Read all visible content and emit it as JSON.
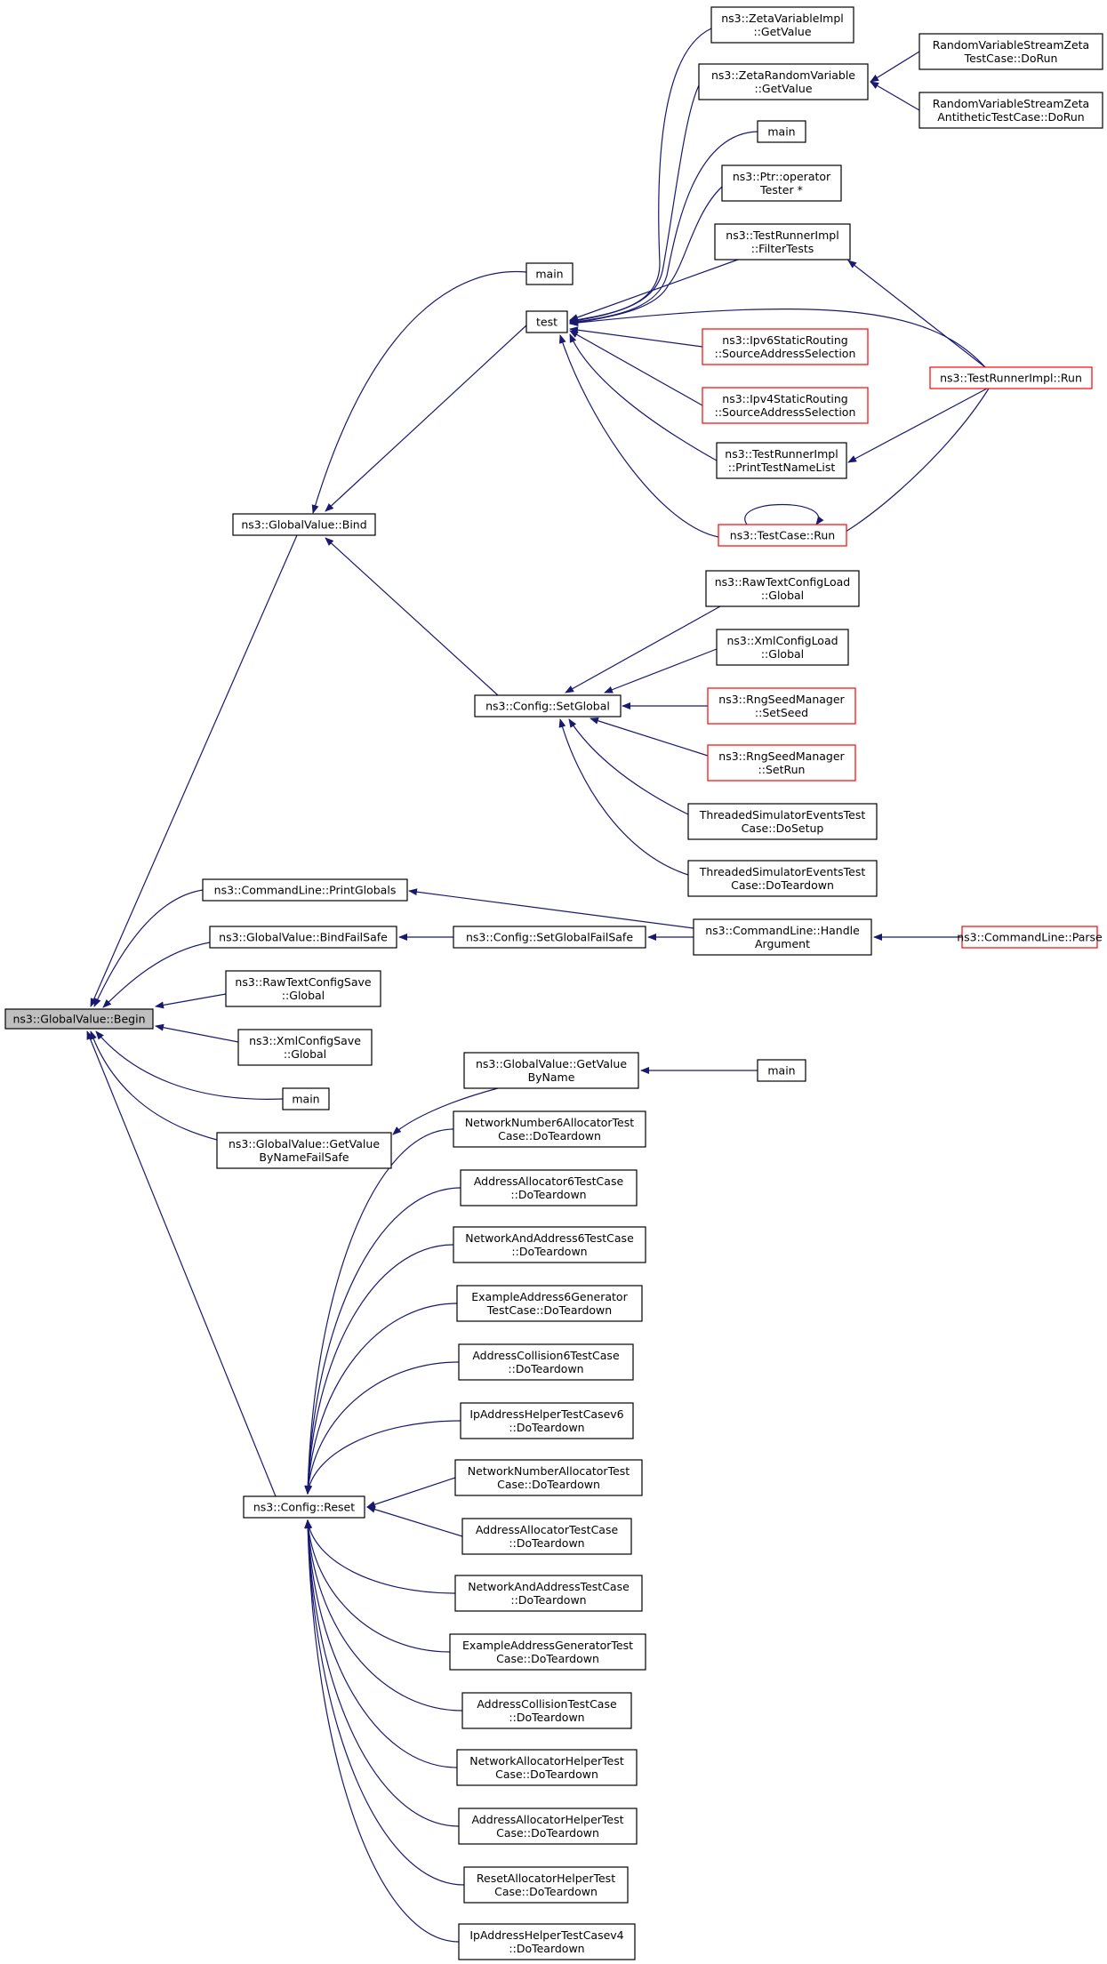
{
  "colors": {
    "edge": "#191970",
    "node_border": "#000000",
    "node_border_truncated": "#ff0000",
    "root_fill": "#bfbfbf",
    "node_fill": "#ffffff"
  },
  "nodes": [
    {
      "id": "begin",
      "lines": [
        "ns3::GlobalValue::Begin"
      ],
      "style": "root"
    },
    {
      "id": "bind",
      "lines": [
        "ns3::GlobalValue::Bind"
      ]
    },
    {
      "id": "printGlobals",
      "lines": [
        "ns3::CommandLine::PrintGlobals"
      ]
    },
    {
      "id": "bindFailSafe",
      "lines": [
        "ns3::GlobalValue::BindFailSafe"
      ]
    },
    {
      "id": "rawTextSave",
      "lines": [
        "ns3::RawTextConfigSave",
        "::Global"
      ]
    },
    {
      "id": "xmlSave",
      "lines": [
        "ns3::XmlConfigSave",
        "::Global"
      ]
    },
    {
      "id": "mainA",
      "lines": [
        "main"
      ]
    },
    {
      "id": "getValueByNameFailSafe",
      "lines": [
        "ns3::GlobalValue::GetValue",
        "ByNameFailSafe"
      ]
    },
    {
      "id": "configReset",
      "lines": [
        "ns3::Config::Reset"
      ]
    },
    {
      "id": "mainB",
      "lines": [
        "main"
      ]
    },
    {
      "id": "test",
      "lines": [
        "test"
      ]
    },
    {
      "id": "setGlobal",
      "lines": [
        "ns3::Config::SetGlobal"
      ]
    },
    {
      "id": "setGlobalFailSafe",
      "lines": [
        "ns3::Config::SetGlobalFailSafe"
      ]
    },
    {
      "id": "getValueByName",
      "lines": [
        "ns3::GlobalValue::GetValue",
        "ByName"
      ]
    },
    {
      "id": "zetaVarImpl",
      "lines": [
        "ns3::ZetaVariableImpl",
        "::GetValue"
      ]
    },
    {
      "id": "zetaRandVar",
      "lines": [
        "ns3::ZetaRandomVariable",
        "::GetValue"
      ]
    },
    {
      "id": "mainC",
      "lines": [
        "main"
      ]
    },
    {
      "id": "ptrOperator",
      "lines": [
        "ns3::Ptr::operator",
        "Tester *"
      ]
    },
    {
      "id": "filterTests",
      "lines": [
        "ns3::TestRunnerImpl",
        "::FilterTests"
      ]
    },
    {
      "id": "ipv6Static",
      "lines": [
        "ns3::Ipv6StaticRouting",
        "::SourceAddressSelection"
      ],
      "style": "truncated"
    },
    {
      "id": "ipv4Static",
      "lines": [
        "ns3::Ipv4StaticRouting",
        "::SourceAddressSelection"
      ],
      "style": "truncated"
    },
    {
      "id": "printTestNameList",
      "lines": [
        "ns3::TestRunnerImpl",
        "::PrintTestNameList"
      ]
    },
    {
      "id": "testCaseRun",
      "lines": [
        "ns3::TestCase::Run"
      ],
      "style": "truncated"
    },
    {
      "id": "rsZetaTest",
      "lines": [
        "RandomVariableStreamZeta",
        "TestCase::DoRun"
      ]
    },
    {
      "id": "rsZetaAnti",
      "lines": [
        "RandomVariableStreamZeta",
        "AntitheticTestCase::DoRun"
      ]
    },
    {
      "id": "testRunnerRun",
      "lines": [
        "ns3::TestRunnerImpl::Run"
      ],
      "style": "truncated"
    },
    {
      "id": "rawTextLoad",
      "lines": [
        "ns3::RawTextConfigLoad",
        "::Global"
      ]
    },
    {
      "id": "xmlLoad",
      "lines": [
        "ns3::XmlConfigLoad",
        "::Global"
      ]
    },
    {
      "id": "rngSetSeed",
      "lines": [
        "ns3::RngSeedManager",
        "::SetSeed"
      ],
      "style": "truncated"
    },
    {
      "id": "rngSetRun",
      "lines": [
        "ns3::RngSeedManager",
        "::SetRun"
      ],
      "style": "truncated"
    },
    {
      "id": "threadedSetup",
      "lines": [
        "ThreadedSimulatorEventsTest",
        "Case::DoSetup"
      ]
    },
    {
      "id": "threadedTeardown",
      "lines": [
        "ThreadedSimulatorEventsTest",
        "Case::DoTeardown"
      ]
    },
    {
      "id": "handleArgument",
      "lines": [
        "ns3::CommandLine::Handle",
        "Argument"
      ]
    },
    {
      "id": "cmdParse",
      "lines": [
        "ns3::CommandLine::Parse"
      ],
      "style": "truncated"
    },
    {
      "id": "mainD",
      "lines": [
        "main"
      ]
    },
    {
      "id": "r1",
      "lines": [
        "NetworkNumber6AllocatorTest",
        "Case::DoTeardown"
      ]
    },
    {
      "id": "r2",
      "lines": [
        "AddressAllocator6TestCase",
        "::DoTeardown"
      ]
    },
    {
      "id": "r3",
      "lines": [
        "NetworkAndAddress6TestCase",
        "::DoTeardown"
      ]
    },
    {
      "id": "r4",
      "lines": [
        "ExampleAddress6Generator",
        "TestCase::DoTeardown"
      ]
    },
    {
      "id": "r5",
      "lines": [
        "AddressCollision6TestCase",
        "::DoTeardown"
      ]
    },
    {
      "id": "r6",
      "lines": [
        "IpAddressHelperTestCasev6",
        "::DoTeardown"
      ]
    },
    {
      "id": "r7",
      "lines": [
        "NetworkNumberAllocatorTest",
        "Case::DoTeardown"
      ]
    },
    {
      "id": "r8",
      "lines": [
        "AddressAllocatorTestCase",
        "::DoTeardown"
      ]
    },
    {
      "id": "r9",
      "lines": [
        "NetworkAndAddressTestCase",
        "::DoTeardown"
      ]
    },
    {
      "id": "r10",
      "lines": [
        "ExampleAddressGeneratorTest",
        "Case::DoTeardown"
      ]
    },
    {
      "id": "r11",
      "lines": [
        "AddressCollisionTestCase",
        "::DoTeardown"
      ]
    },
    {
      "id": "r12",
      "lines": [
        "NetworkAllocatorHelperTest",
        "Case::DoTeardown"
      ]
    },
    {
      "id": "r13",
      "lines": [
        "AddressAllocatorHelperTest",
        "Case::DoTeardown"
      ]
    },
    {
      "id": "r14",
      "lines": [
        "ResetAllocatorHelperTest",
        "Case::DoTeardown"
      ]
    },
    {
      "id": "r15",
      "lines": [
        "IpAddressHelperTestCasev4",
        "::DoTeardown"
      ]
    }
  ],
  "edges": [
    {
      "from": "bind",
      "to": "begin"
    },
    {
      "from": "printGlobals",
      "to": "begin"
    },
    {
      "from": "bindFailSafe",
      "to": "begin"
    },
    {
      "from": "rawTextSave",
      "to": "begin"
    },
    {
      "from": "xmlSave",
      "to": "begin"
    },
    {
      "from": "mainA",
      "to": "begin"
    },
    {
      "from": "getValueByNameFailSafe",
      "to": "begin"
    },
    {
      "from": "configReset",
      "to": "begin"
    },
    {
      "from": "mainB",
      "to": "bind"
    },
    {
      "from": "test",
      "to": "bind"
    },
    {
      "from": "setGlobal",
      "to": "bind"
    },
    {
      "from": "zetaVarImpl",
      "to": "test"
    },
    {
      "from": "zetaRandVar",
      "to": "test"
    },
    {
      "from": "mainC",
      "to": "test"
    },
    {
      "from": "ptrOperator",
      "to": "test"
    },
    {
      "from": "filterTests",
      "to": "test"
    },
    {
      "from": "testRunnerRun",
      "to": "test"
    },
    {
      "from": "ipv6Static",
      "to": "test"
    },
    {
      "from": "ipv4Static",
      "to": "test"
    },
    {
      "from": "printTestNameList",
      "to": "test"
    },
    {
      "from": "testCaseRun",
      "to": "test"
    },
    {
      "from": "rsZetaTest",
      "to": "zetaRandVar"
    },
    {
      "from": "rsZetaAnti",
      "to": "zetaRandVar"
    },
    {
      "from": "testRunnerRun",
      "to": "filterTests"
    },
    {
      "from": "testRunnerRun",
      "to": "printTestNameList"
    },
    {
      "from": "testRunnerRun",
      "to": "testCaseRun"
    },
    {
      "from": "testCaseRun",
      "to": "testCaseRun"
    },
    {
      "from": "rawTextLoad",
      "to": "setGlobal"
    },
    {
      "from": "xmlLoad",
      "to": "setGlobal"
    },
    {
      "from": "rngSetSeed",
      "to": "setGlobal"
    },
    {
      "from": "rngSetRun",
      "to": "setGlobal"
    },
    {
      "from": "threadedSetup",
      "to": "setGlobal"
    },
    {
      "from": "threadedTeardown",
      "to": "setGlobal"
    },
    {
      "from": "handleArgument",
      "to": "printGlobals"
    },
    {
      "from": "setGlobalFailSafe",
      "to": "bindFailSafe"
    },
    {
      "from": "handleArgument",
      "to": "setGlobalFailSafe"
    },
    {
      "from": "cmdParse",
      "to": "handleArgument"
    },
    {
      "from": "getValueByName",
      "to": "getValueByNameFailSafe"
    },
    {
      "from": "mainD",
      "to": "getValueByName"
    },
    {
      "from": "r1",
      "to": "configReset"
    },
    {
      "from": "r2",
      "to": "configReset"
    },
    {
      "from": "r3",
      "to": "configReset"
    },
    {
      "from": "r4",
      "to": "configReset"
    },
    {
      "from": "r5",
      "to": "configReset"
    },
    {
      "from": "r6",
      "to": "configReset"
    },
    {
      "from": "r7",
      "to": "configReset"
    },
    {
      "from": "r8",
      "to": "configReset"
    },
    {
      "from": "r9",
      "to": "configReset"
    },
    {
      "from": "r10",
      "to": "configReset"
    },
    {
      "from": "r11",
      "to": "configReset"
    },
    {
      "from": "r12",
      "to": "configReset"
    },
    {
      "from": "r13",
      "to": "configReset"
    },
    {
      "from": "r14",
      "to": "configReset"
    },
    {
      "from": "r15",
      "to": "configReset"
    }
  ]
}
